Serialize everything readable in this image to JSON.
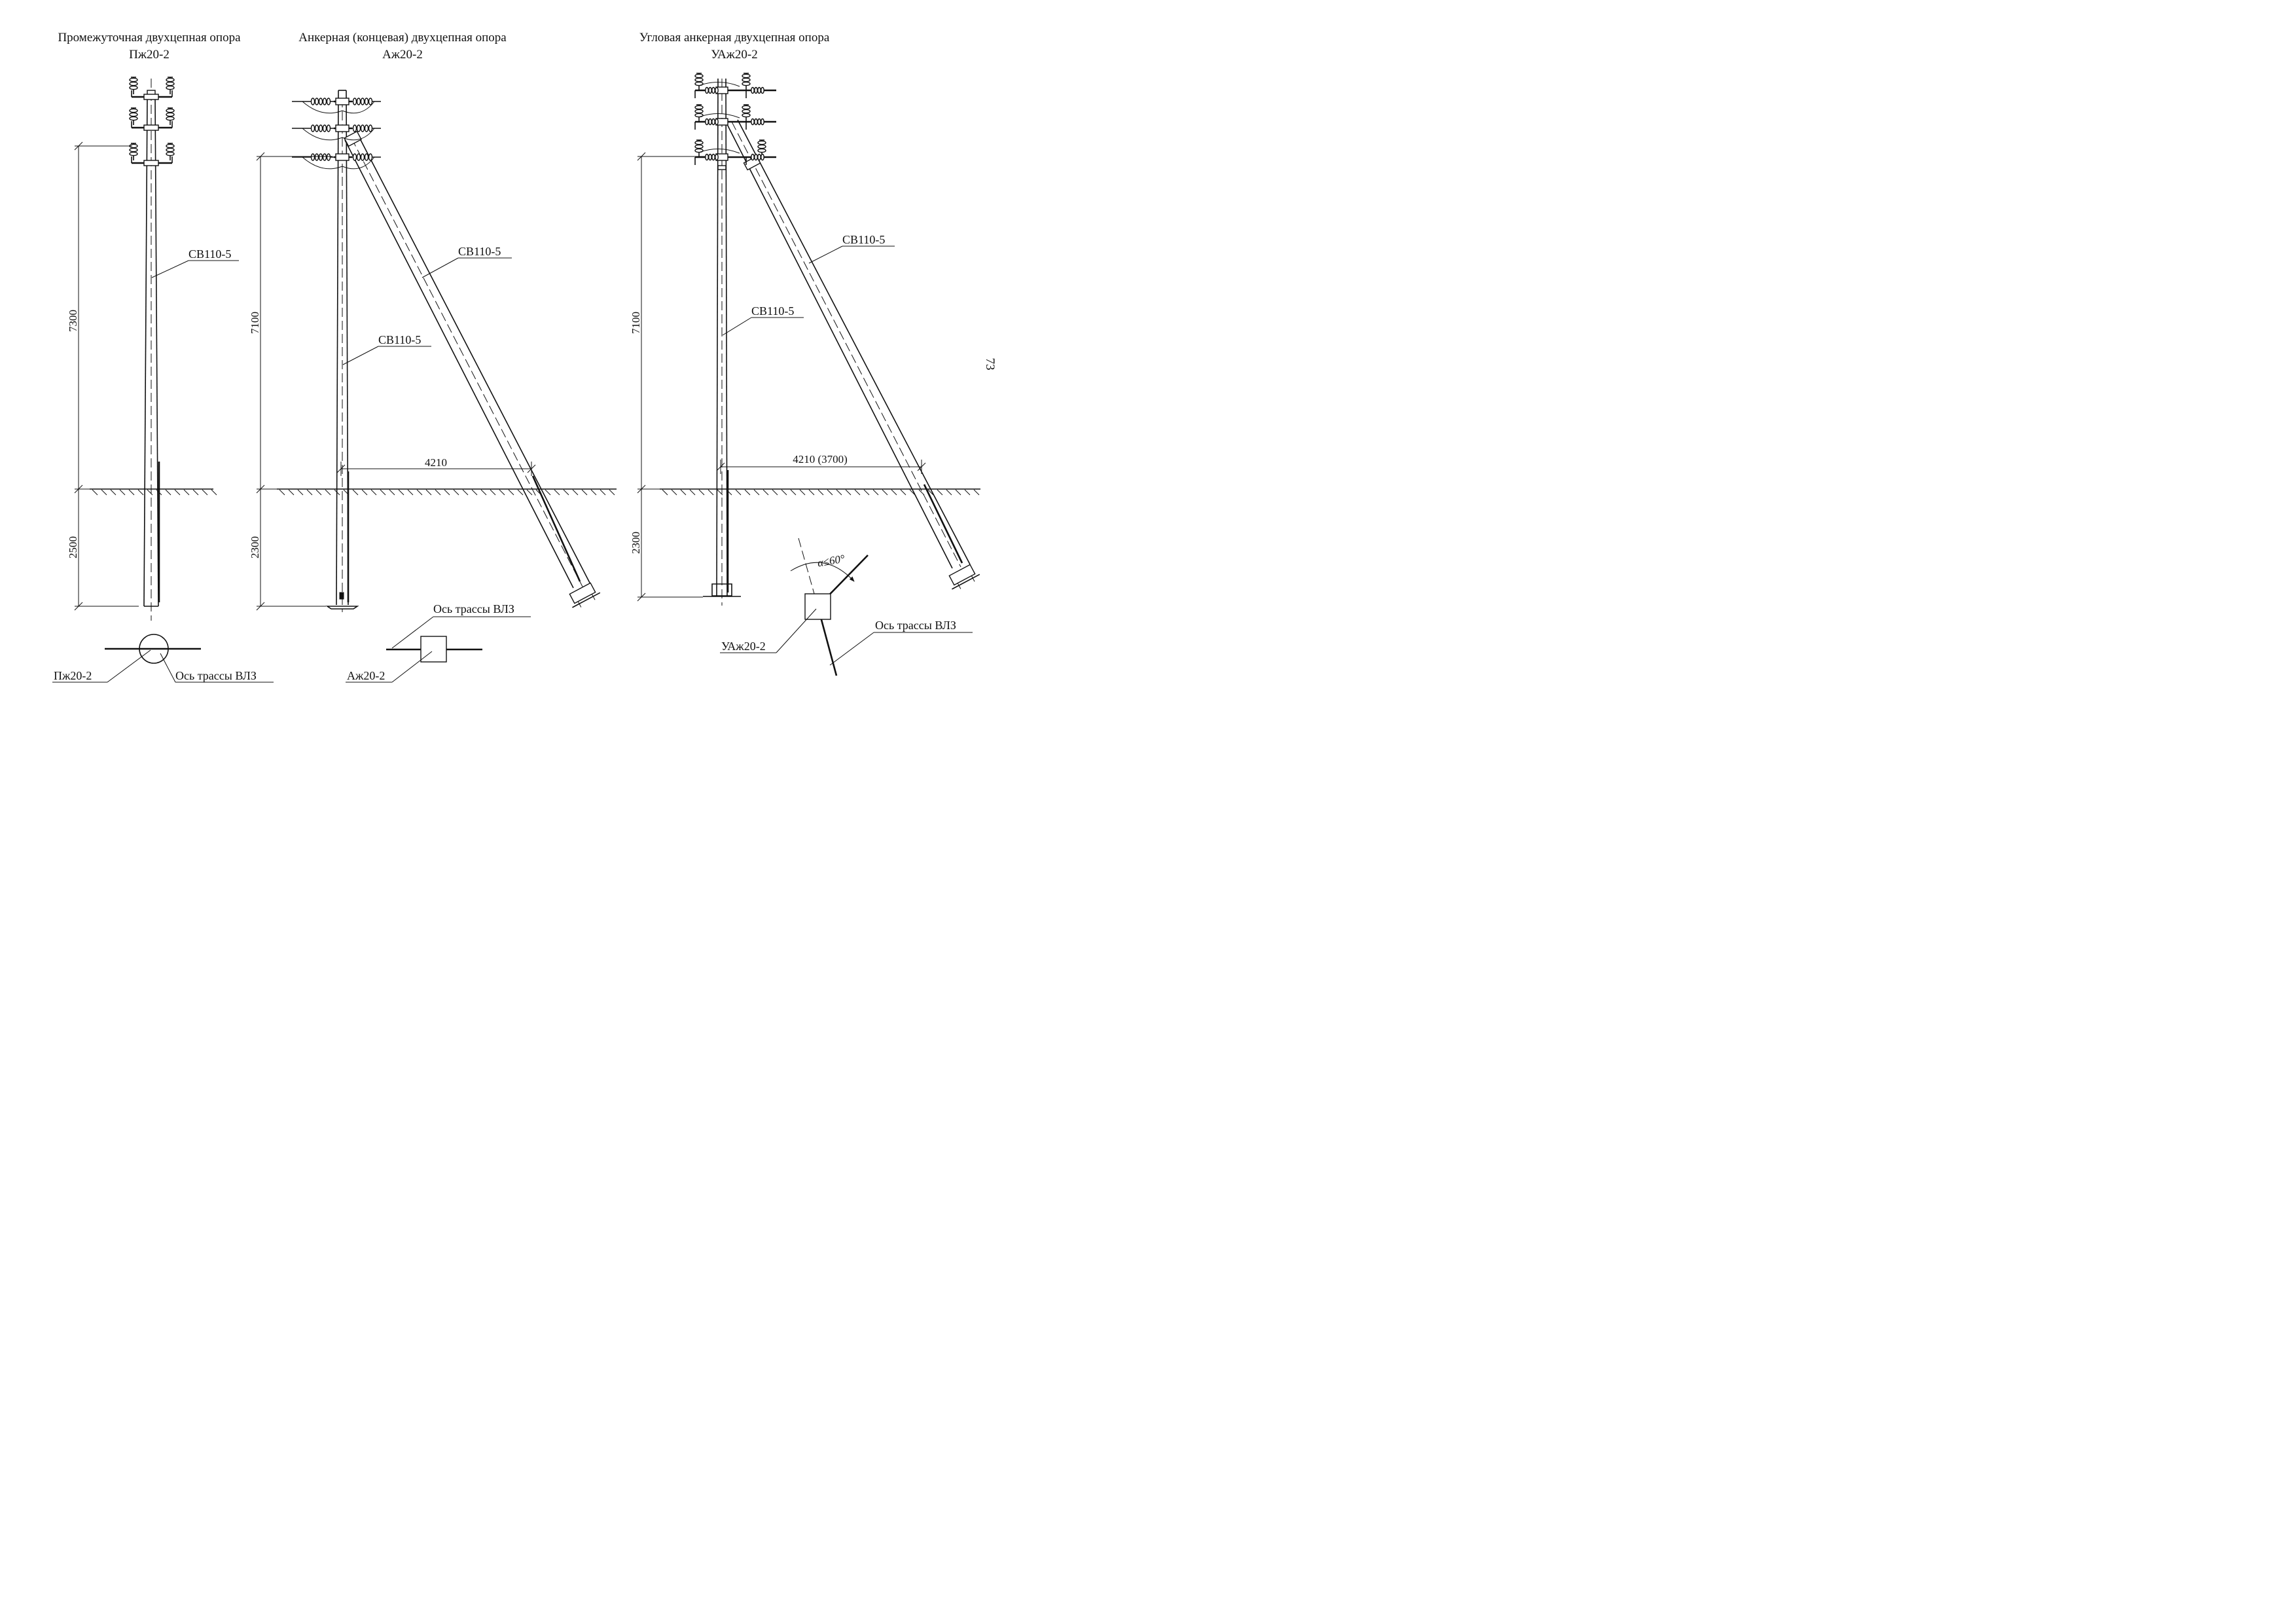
{
  "supports": [
    {
      "title_line1": "Промежуточная двухцепная опора",
      "title_line2": "Пж20-2",
      "pole_label": "СВ110-5",
      "dim_above_ground": "7300",
      "dim_below_ground": "2500",
      "plan_label": "Пж20-2",
      "plan_axis_label": "Ось трассы ВЛЗ"
    },
    {
      "title_line1": "Анкерная (концевая) двухцепная опора",
      "title_line2": "Аж20-2",
      "strut_label": "СВ110-5",
      "pole_label": "СВ110-5",
      "dim_above_ground": "7100",
      "dim_below_ground": "2300",
      "dim_base": "4210",
      "plan_label": "Аж20-2",
      "plan_axis_label": "Ось трассы ВЛЗ"
    },
    {
      "title_line1": "Угловая анкерная двухцепная опора",
      "title_line2": "УАж20-2",
      "strut_label": "СВ110-5",
      "pole_label": "СВ110-5",
      "dim_above_ground": "7100",
      "dim_below_ground": "2300",
      "dim_base": "4210 (3700)",
      "plan_label": "УАж20-2",
      "plan_axis_label": "Ось трассы ВЛЗ",
      "angle_label": "α≤60°"
    }
  ],
  "page_number": "73"
}
